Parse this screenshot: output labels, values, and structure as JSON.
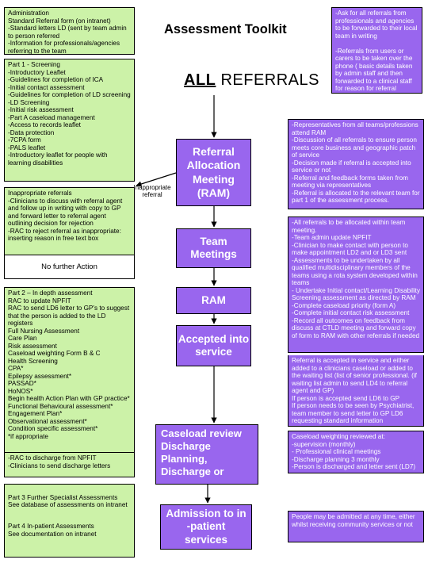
{
  "title": "Assessment Toolkit",
  "referrals_heading": {
    "underlined": "ALL",
    "rest": " REFERRALS"
  },
  "left_boxes": {
    "admin": "Administration\nStandard Referral form (on intranet)\n-Standard letters LD (sent by team admin to person referred\n-Information for professionals/agencies referring to the team",
    "part1": "Part 1 - Screening\n-Introductory Leaflet\n-Guidelines for completion of ICA\n-Initial contact assessment\n-Guidelines for completion of LD screening\n-LD Screening\n-Initial risk assessment\n-Part A caseload management\n-Access to records leaflet\n-Data protection\n-7CPA form\n-PALS leaflet\n-Introductory leaflet for people with learning disabilities",
    "inappropriate": "Inappropriate referrals\n-Clinicians to discuss with referral agent and follow up in writing with copy to GP and forward letter to referral agent outlining decision for rejection\n-RAC to reject referral as inappropriate: inserting reason in free text box",
    "no_further": "No further Action",
    "part2": "Part 2 – In depth assessment\nRAC to update NPFIT\nRAC to send LD6 letter to GP's to suggest that the person is added to the LD registers\nFull Nursing Assessment\nCare Plan\nRisk assessment\nCaseload weighting Form B & C\nHealth Screening\nCPA*\nEpilepsy assessment*\nPASSAD*\nHoNOS*\nBegin health Action Plan with GP practice*\nFunctional Behavioural assessment*\nEngagement Plan*\nObservational assessment*\nCondition specific assessment*\n*if appropriate",
    "discharge": "-RAC to discharge from NPFIT\n-Clinicians to send discharge letters",
    "part3": "Part 3 Further Specialist Assessments\nSee database of assessments on intranet",
    "part4": "Part 4 In-patient Assessments\nSee documentation on intranet"
  },
  "inappropriate_label": "Inappropriate\nreferral",
  "center_boxes": {
    "ram_full": "Referral\nAllocation\nMeeting\n(RAM)",
    "team_meetings": "Team\nMeetings",
    "ram": "RAM",
    "accepted": "Accepted into\nservice",
    "caseload": "Caseload review\nDischarge\nPlanning,\nDischarge or",
    "admission": "Admission to in\n-patient\nservices"
  },
  "right_boxes": {
    "ask": "-Ask for all referrals from professionals and agencies to be forwarded to their local team in writing\n\n-Referrals from users or carers to be taken over the phone ( basic details taken by admin staff and then forwarded to a clinical staff for reason for referral",
    "reps": "-Representatives from all teams/professions attend RAM\n-Discussion of all referrals to ensure person meets core business and geographic patch of service\n-Decision made if referral is accepted into service or not\n-Referral and feedback forms taken from meeting via representatives\n-Referral is allocated to the relevant team for part 1 of the assessment process.",
    "allocated": "-All referrals to be allocated within team meeting.\n-Team admin update NPFIT\n-Clinician to make contact with person to make appointment LD2 and or LD3 sent\n-Assessments to be undertaken by all qualified multidisciplinary members of the teams using a rota system developed within teams\n- Undertake Initial contact/Learning Disability Screening assessment as directed by RAM\n-Complete caseload priority (form A)\n-Complete initial contact risk assessment\n-Record all outcomes on feedback from discuss at CTLD meeting and forward copy of form to RAM with other referrals if needed",
    "referral_accepted": "Referral is accepted in service and either added to a clinicians caseload or added to the waiting list (list of senior professional. (if waiting list admin to send LD4 to referral agent and GP)\nIf person is accepted send LD6 to GP\nIf person needs to be seen by Psychiatrist, team member to send letter to GP LD6 requesting standard information",
    "caseload_reviewed": "Caseload weighting reviewed at:\n-supervision (monthly)\n- Professional clinical meetings\n-Discharge planning 3 monthly\n-Person is discharged and letter sent (LD7)",
    "readmit": "People may be admitted at any time, either whilst receiving community services or not"
  },
  "colors": {
    "green": "#ccf2a8",
    "purple": "#9966ee",
    "arrow": "#000000"
  }
}
